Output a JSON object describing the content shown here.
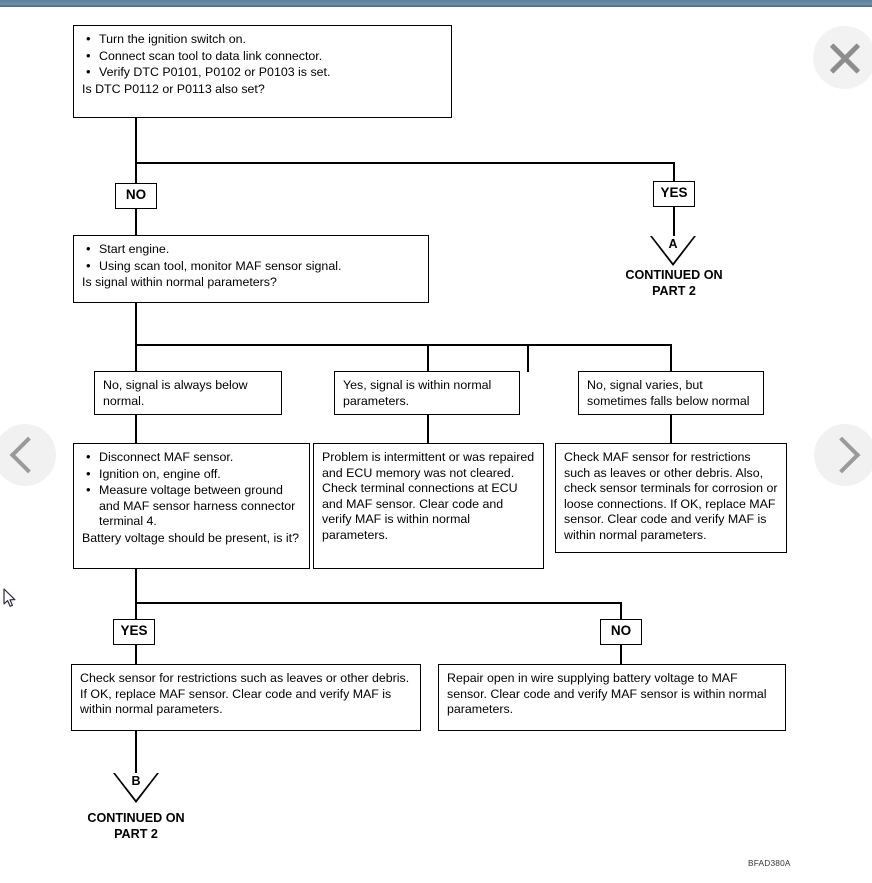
{
  "viewer": {
    "close_label": "×",
    "prev_label": "‹",
    "next_label": "›"
  },
  "diagram": {
    "figure_code": "BFAD380A",
    "steps": {
      "start": {
        "bullets": [
          "Turn the ignition switch on.",
          "Connect scan tool to data link connector.",
          "Verify DTC P0101, P0102 or P0103 is set."
        ],
        "question": "Is DTC P0112 or P0113 also set?"
      },
      "second": {
        "bullets": [
          "Start engine.",
          "Using scan tool, monitor MAF sensor signal."
        ],
        "question": "Is signal within normal parameters?"
      },
      "cond_left": "No, signal is always below normal.",
      "cond_mid": "Yes, signal is within normal parameters.",
      "cond_right": "No, signal varies, but sometimes falls below normal",
      "action_left": {
        "bullets": [
          "Disconnect MAF sensor.",
          "Ignition on, engine off.",
          "Measure voltage between ground and MAF sensor harness connector terminal 4."
        ],
        "question": "Battery voltage should be present, is it?"
      },
      "action_mid": "Problem is intermittent or was repaired and ECU memory was not cleared. Check terminal connections at ECU and MAF sensor. Clear code and verify MAF is within normal parameters.",
      "action_right": "Check MAF sensor for restrictions such as leaves or other debris. Also, check sensor terminals for corrosion or loose connections. If OK, replace MAF sensor. Clear code and verify MAF is within normal parameters.",
      "final_left": "Check sensor for restrictions such as leaves or other debris. If OK, replace MAF sensor. Clear code and verify MAF is within normal parameters.",
      "final_right": "Repair open in wire supplying battery voltage to MAF sensor. Clear code and verify MAF sensor is within normal parameters."
    },
    "labels": {
      "no_top": "NO",
      "yes_top": "YES",
      "yes_bottom": "YES",
      "no_bottom": "NO"
    },
    "connectors": {
      "a": {
        "letter": "A",
        "line1": "CONTINUED ON",
        "line2": "PART 2"
      },
      "b": {
        "letter": "B",
        "line1": "CONTINUED ON",
        "line2": "PART 2"
      }
    }
  }
}
